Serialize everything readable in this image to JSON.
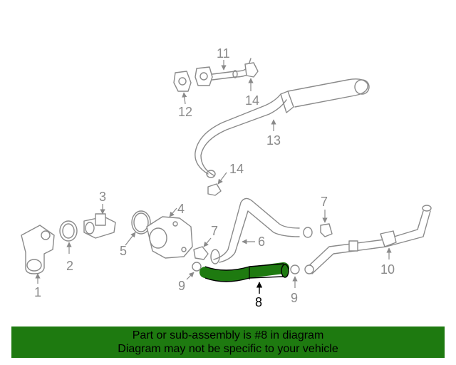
{
  "diagram": {
    "callouts": [
      "1",
      "2",
      "3",
      "4",
      "5",
      "6",
      "7",
      "7",
      "8",
      "9",
      "9",
      "10",
      "11",
      "12",
      "13",
      "14",
      "14"
    ],
    "highlight_color": "#1e7a10",
    "line_color": "#8a8a8a"
  },
  "banner": {
    "line1": "Part or sub-assembly is #8 in diagram",
    "line2": "Diagram may not be specific to your vehicle",
    "color": "#1e7a10"
  }
}
